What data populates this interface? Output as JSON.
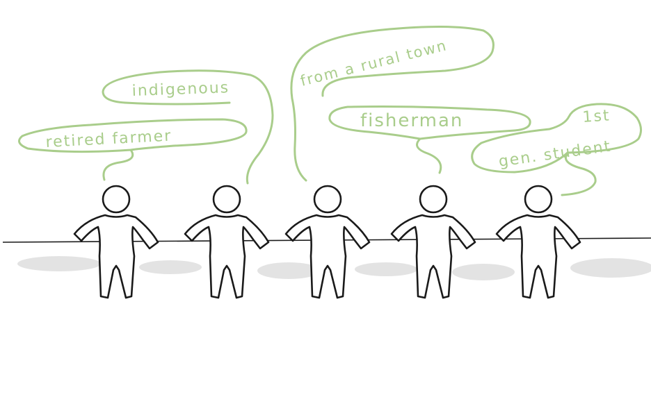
{
  "colors": {
    "bubble": "#a9cd8b",
    "figure": "#1a1a1a",
    "shadow": "#e3e3e3"
  },
  "labels": {
    "retired_farmer": "retired farmer",
    "indigenous": "indigenous",
    "rural_town": "from a rural town",
    "fisherman": "fisherman",
    "first_gen_1": "1st",
    "first_gen_2": "gen. student"
  }
}
